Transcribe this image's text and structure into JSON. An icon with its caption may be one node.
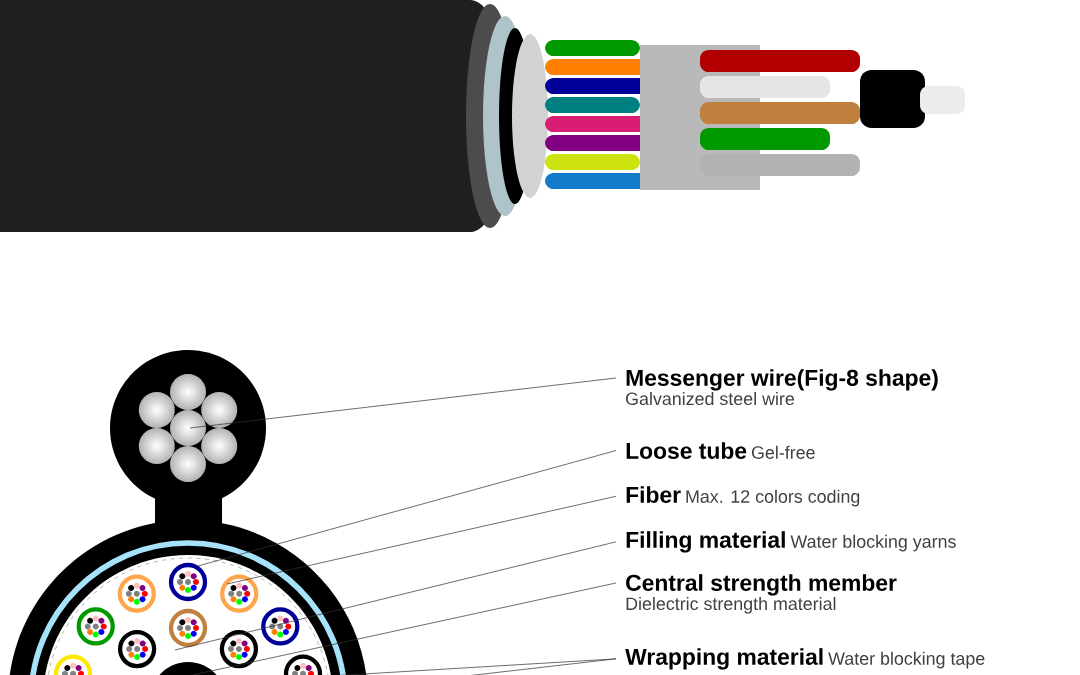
{
  "diagram": {
    "nodes": [
      {
        "text": [
          "Messenger wire(Fig-8 shape)",
          "Galvanized steel wire"
        ]
      },
      {
        "text": [
          "Loose tube",
          "Gel-free"
        ]
      },
      {
        "text": [
          "Fiber",
          "Max. 12 colors coding"
        ]
      },
      {
        "text": [
          "Filling material",
          "Water blocking yarns"
        ]
      },
      {
        "text": [
          "Central strength member",
          "Dielectric strength material"
        ]
      },
      {
        "text": [
          "Wrapping material",
          "Water blocking tape"
        ]
      }
    ],
    "edges": [
      {
        "from": 0,
        "to": null,
        "arrow": "none"
      },
      {
        "from": 1,
        "to": null,
        "arrow": "none"
      },
      {
        "from": 2,
        "to": null,
        "arrow": "none"
      },
      {
        "from": 3,
        "to": null,
        "arrow": "none"
      },
      {
        "from": 4,
        "to": null,
        "arrow": "none"
      },
      {
        "from": 5,
        "to": null,
        "arrow": "none"
      },
      {
        "from": 5,
        "to": null,
        "arrow": "none"
      }
    ]
  }
}
